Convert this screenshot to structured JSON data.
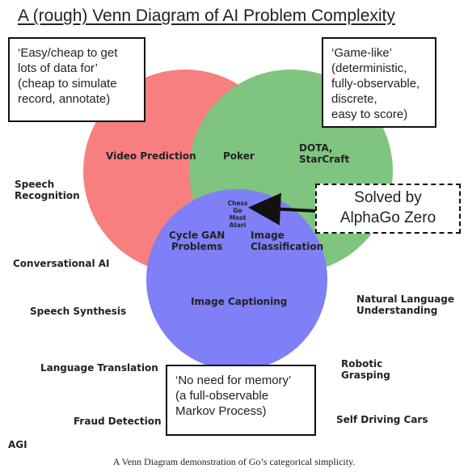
{
  "title": "A (rough) Venn Diagram of AI Problem Complexity",
  "circle_colors": {
    "data": "#f77f7f",
    "game": "#7fc47f",
    "memory": "#7f7ff7"
  },
  "boxes": {
    "data": "‘Easy/cheap to get\nlots of data for’\n(cheap to simulate\nrecord, annotate)",
    "game": "‘Game-like’\n(deterministic,\nfully-observable,\ndiscrete,\neasy to score)",
    "memory": "‘No need for memory’\n(a full-observable\nMarkov Process)",
    "solved": "Solved by\nAlphaGo Zero"
  },
  "inside": {
    "video_prediction": "Video Prediction",
    "poker": "Poker",
    "dota": "DOTA,\nStarCraft",
    "center": "Chess\nGo\nMost\nAtari",
    "cycle_gan": "Cycle GAN\nProblems",
    "image_classification": "Image\nClassification",
    "image_captioning": "Image Captioning"
  },
  "outside": {
    "speech_recognition": "Speech\nRecognition",
    "conversational_ai": "Conversational AI",
    "speech_synthesis": "Speech Synthesis",
    "language_translation": "Language Translation",
    "fraud_detection": "Fraud Detection",
    "agi": "AGI",
    "nlu": "Natural Language\nUnderstanding",
    "robotic_grasping": "Robotic\nGrasping",
    "self_driving": "Self Driving Cars"
  },
  "caption": "A Venn Diagram demonstration of Go’s categorical simplicity."
}
